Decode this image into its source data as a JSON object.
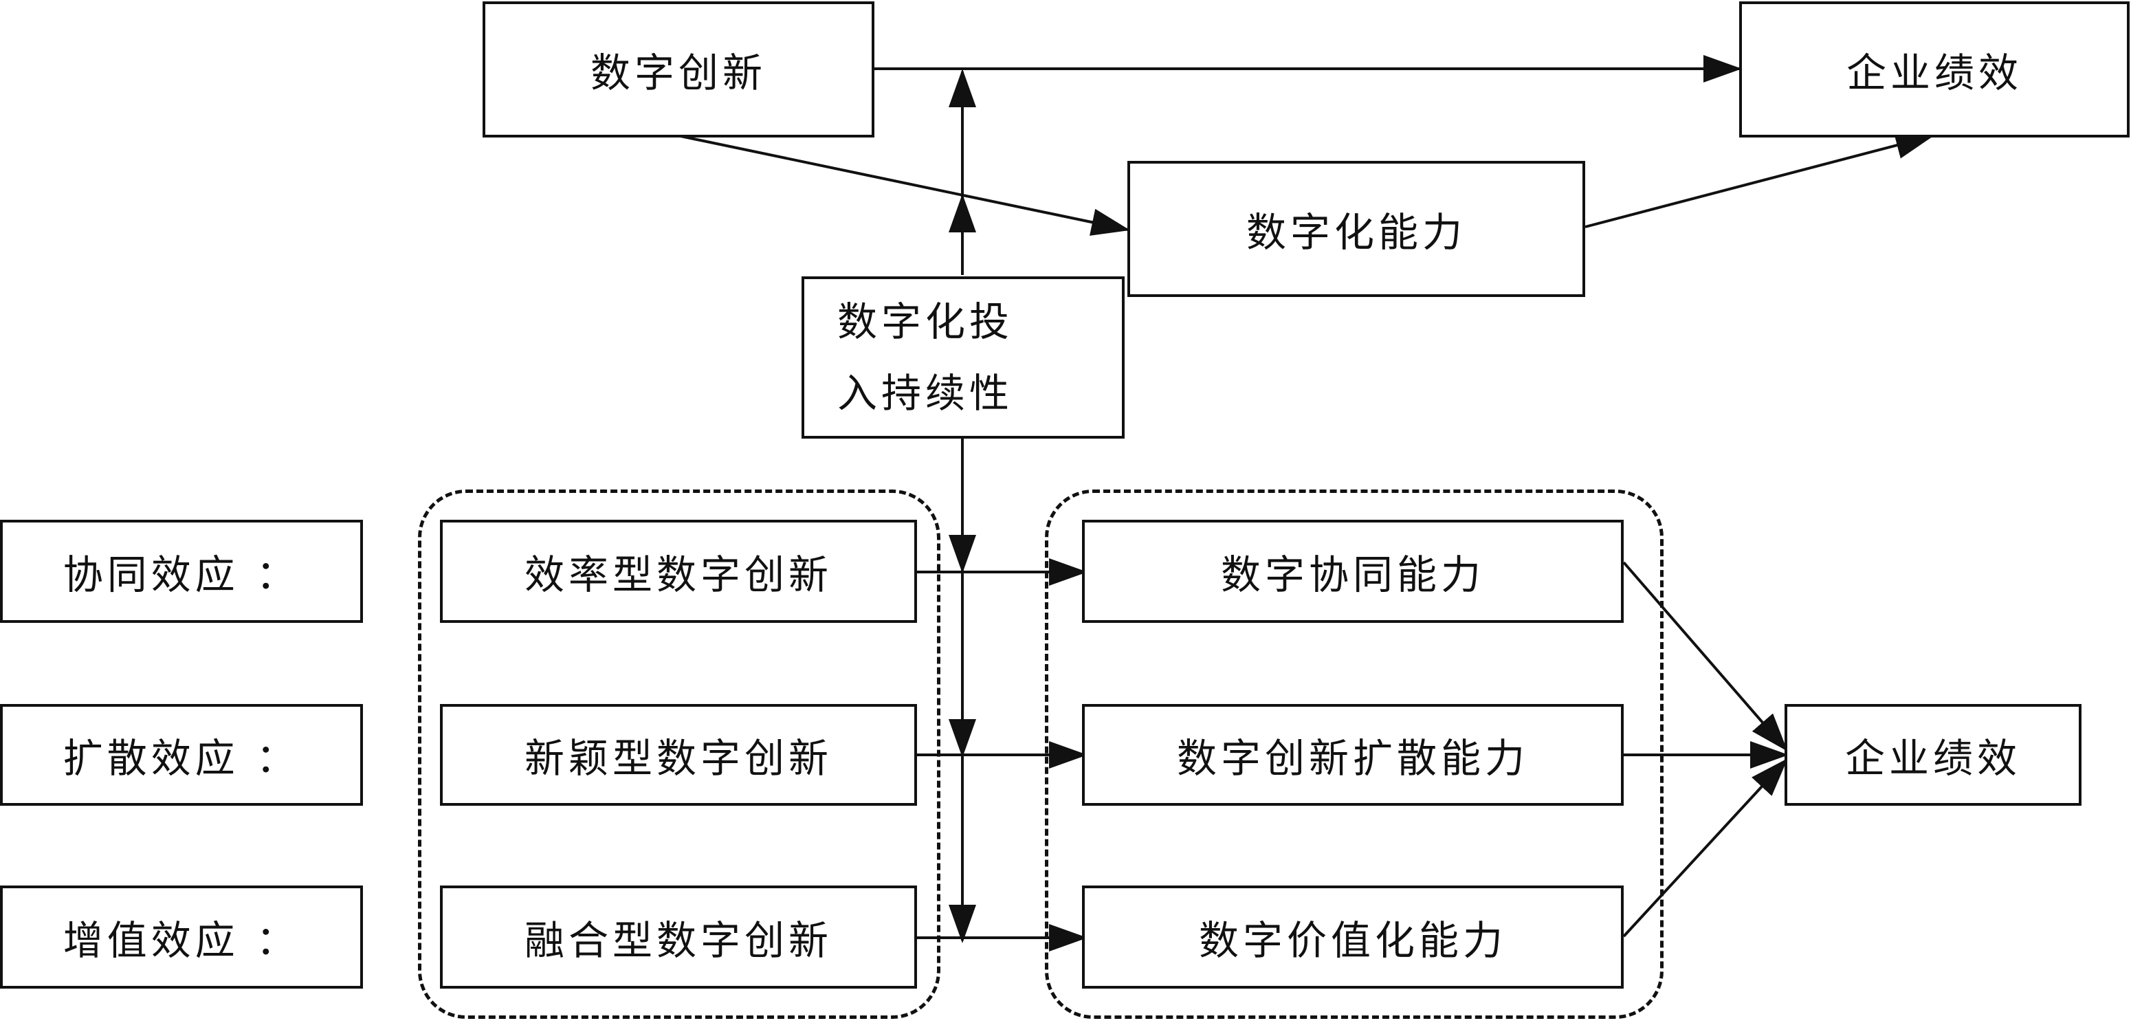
{
  "top": {
    "digital_innovation": "数字创新",
    "firm_performance": "企业绩效",
    "digital_capability": "数字化能力",
    "investment_line1": "数字化投",
    "investment_line2": "入持续性"
  },
  "effects": {
    "synergy": "协同效应 ：",
    "diffusion": "扩散效应 ：",
    "value_added": "增值效应 ："
  },
  "innovation_types": {
    "efficiency": "效率型数字创新",
    "novelty": "新颖型数字创新",
    "integration": "融合型数字创新"
  },
  "capabilities": {
    "synergy": "数字协同能力",
    "diffusion": "数字创新扩散能力",
    "value": "数字价值化能力"
  },
  "bottom_outcome": "企业绩效"
}
